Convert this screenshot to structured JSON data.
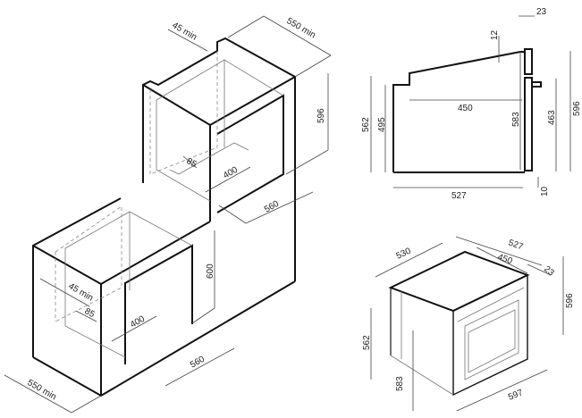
{
  "upper_cabinet": {
    "gap": "45 min",
    "depth": "550 min",
    "height": "596",
    "vent_depth": "85",
    "vent_width": "400",
    "width": "560"
  },
  "lower_cabinet": {
    "gap": "45 min",
    "vent_depth": "85",
    "vent_width": "400",
    "height": "600",
    "width": "560",
    "depth": "550 min"
  },
  "side_view": {
    "panel": "23",
    "top_offset": "12",
    "height_back": "562",
    "height_step": "495",
    "top_length": "450",
    "height_body": "583",
    "height_door": "463",
    "height_total": "596",
    "depth": "527",
    "bottom_gap": "10"
  },
  "iso_view": {
    "side_depth": "530",
    "depth": "527",
    "top_length": "450",
    "panel": "23",
    "height_total": "596",
    "height_back": "562",
    "height_body": "583",
    "width": "597"
  }
}
